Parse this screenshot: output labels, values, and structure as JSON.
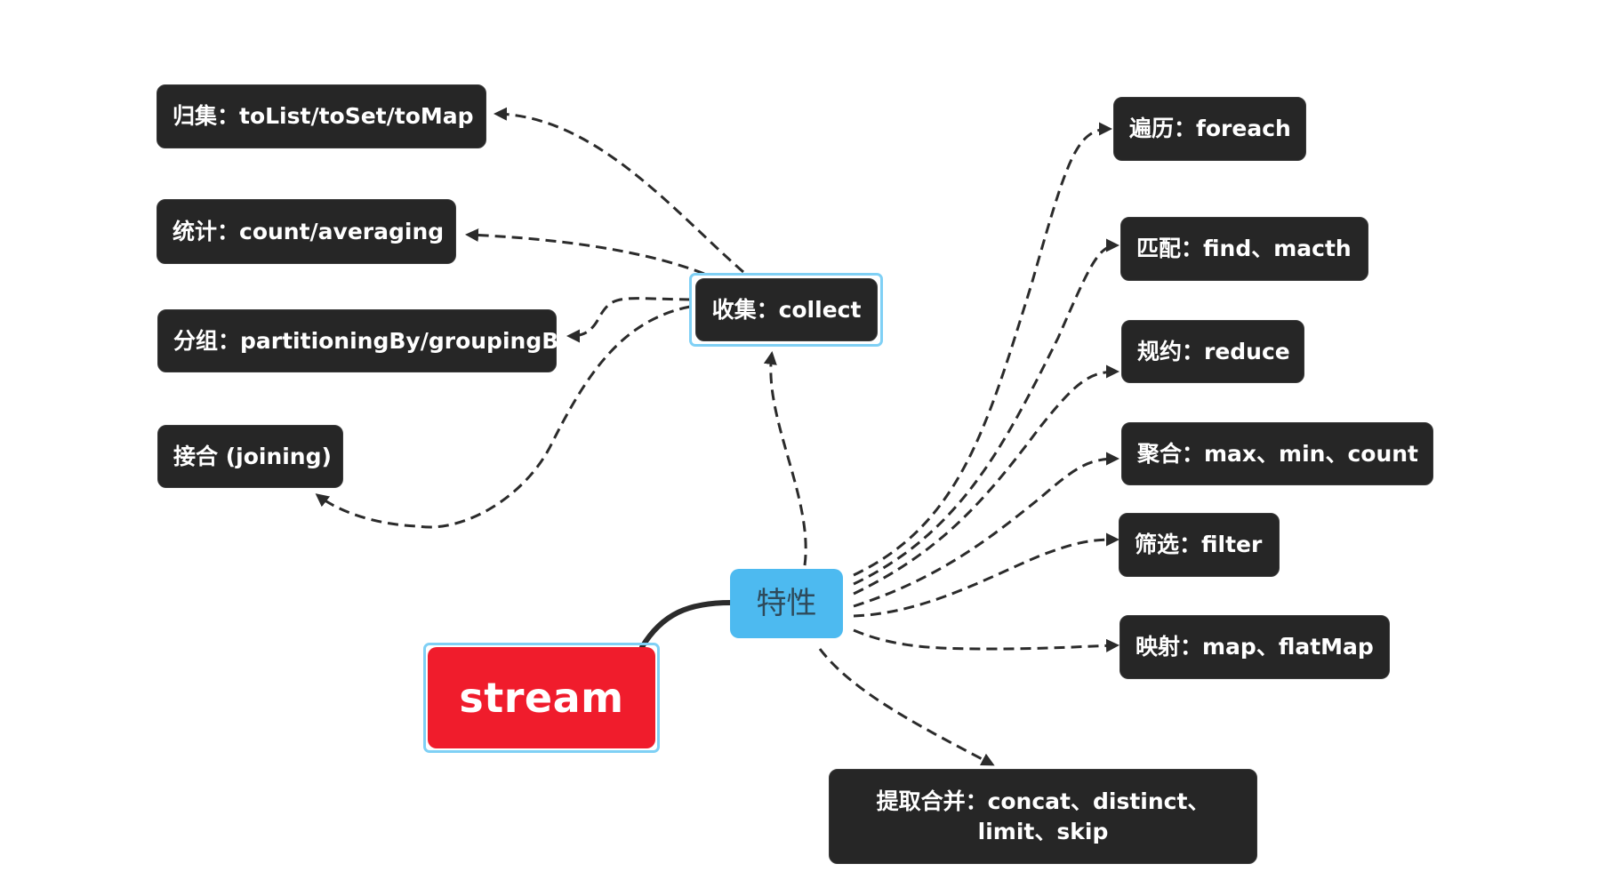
{
  "diagram": {
    "type": "mind-map",
    "root": {
      "label": "stream",
      "color": "#f01c2c"
    },
    "topic": {
      "label": "特性",
      "color": "#4dbaf0"
    },
    "collect": {
      "label": "收集：collect",
      "children": [
        {
          "id": "guiji",
          "label": "归集：toList/toSet/toMap"
        },
        {
          "id": "tongji",
          "label": "统计：count/averaging"
        },
        {
          "id": "fenzu",
          "label": "分组：partitioningBy/groupingB"
        },
        {
          "id": "jiehe",
          "label": "接合 (joining)"
        }
      ]
    },
    "features": [
      {
        "id": "bianli",
        "label": "遍历：foreach"
      },
      {
        "id": "pipei",
        "label": "匹配：find、macth"
      },
      {
        "id": "guiyue",
        "label": "规约：reduce"
      },
      {
        "id": "juhe",
        "label": "聚合：max、min、count"
      },
      {
        "id": "shaixuan",
        "label": "筛选：filter"
      },
      {
        "id": "yingshe",
        "label": "映射：map、flatMap"
      },
      {
        "id": "tiqu",
        "label": "提取合并：concat、distinct、limit、skip"
      }
    ],
    "colors": {
      "node_bg": "#262626",
      "node_text": "#ffffff",
      "selection": "#7fd0f5",
      "connector": "#2b2b2b"
    }
  }
}
